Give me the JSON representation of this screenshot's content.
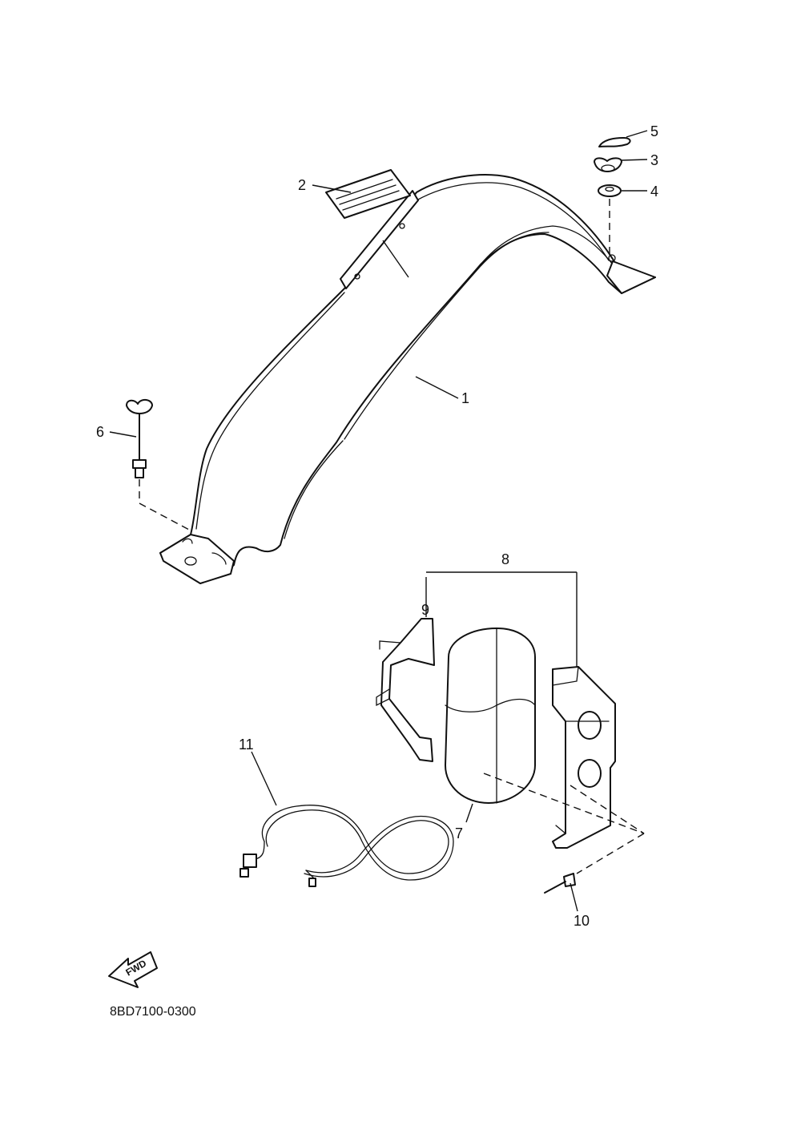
{
  "diagram": {
    "code": "8BD7100-0300",
    "direction_badge": "FWD",
    "callouts": {
      "c1": "1",
      "c2": "2",
      "c3": "3",
      "c4": "4",
      "c5": "5",
      "c6": "6",
      "c7": "7",
      "c8": "8",
      "c9": "9",
      "c10": "10",
      "c11": "11"
    }
  }
}
